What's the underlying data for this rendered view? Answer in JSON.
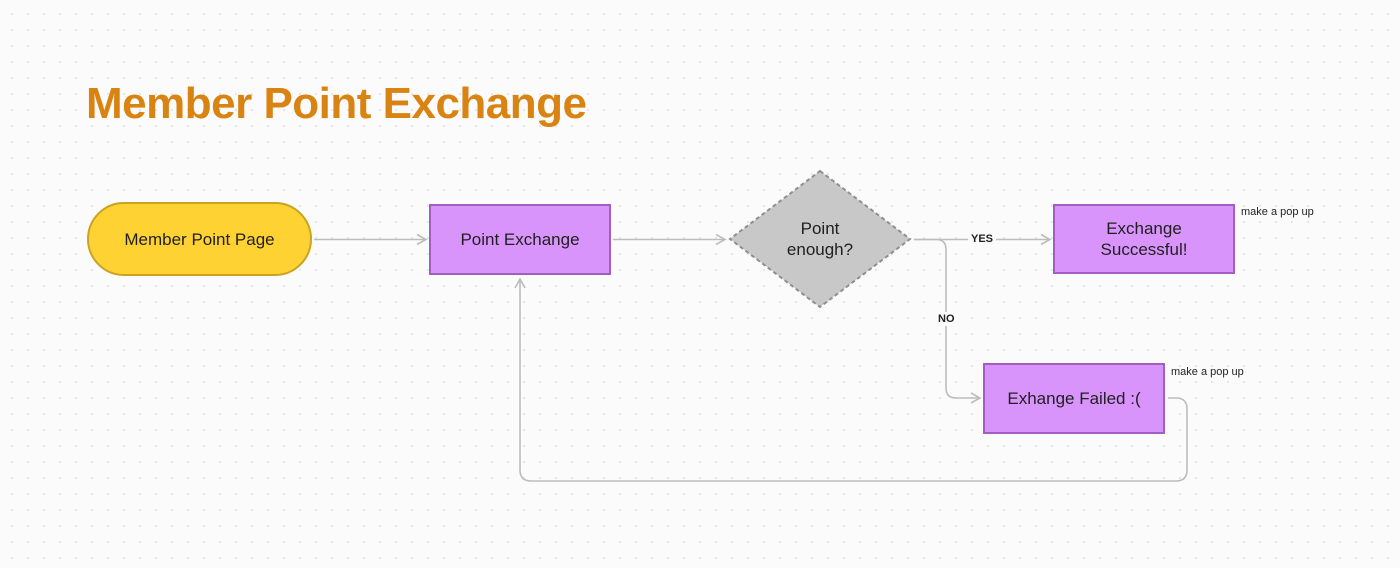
{
  "title": {
    "text": "Member Point Exchange",
    "color": "#d98412"
  },
  "nodes": {
    "start": {
      "label": "Member Point Page",
      "shape": "pill",
      "fill": "#fed232"
    },
    "exchange": {
      "label": "Point Exchange",
      "shape": "rectangle",
      "fill": "#d894fb"
    },
    "decision": {
      "line1": "Point",
      "line2": "enough?",
      "shape": "diamond",
      "fill": "#c9c8c8"
    },
    "success": {
      "line1": "Exchange",
      "line2": "Successful!",
      "shape": "rectangle",
      "fill": "#d894fb"
    },
    "failed": {
      "label": "Exhange Failed :(",
      "shape": "rectangle",
      "fill": "#d894fb"
    }
  },
  "edges": {
    "yes_label": "YES",
    "no_label": "NO",
    "color": "#bdbdbd"
  },
  "notes": {
    "success_note": "make a pop up",
    "failed_note": "make a pop up"
  }
}
